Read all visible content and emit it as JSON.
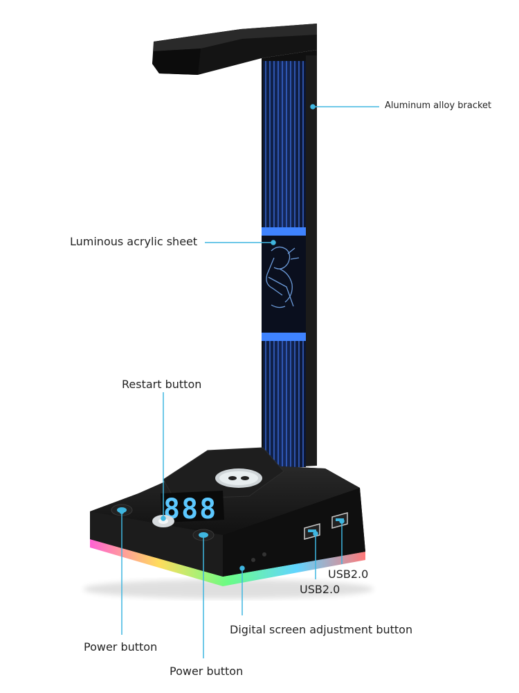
{
  "labels": {
    "aluminum_bracket": "Aluminum alloy bracket",
    "acrylic_sheet": "Luminous acrylic sheet",
    "restart_button": "Restart button",
    "usb_upper": "USB2.0",
    "usb_lower": "USB2.0",
    "digital_screen_button": "Digital screen adjustment button",
    "power_button_left": "Power button",
    "power_button_right": "Power button"
  },
  "display": {
    "digits": "888"
  },
  "colors": {
    "callout": "#3fb6e0",
    "body_dark": "#161616",
    "acrylic_blue": "#2f6bd6",
    "display_blue": "#5cc8ff"
  }
}
